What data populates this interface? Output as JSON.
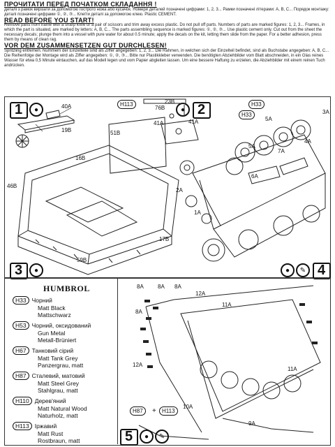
{
  "header": {
    "ua_title": "ПРОЧИТАТИ ПЕРЕД ПОЧАТКОМ СКЛАДАННЯ !",
    "ua_body": "Деталі з рамок вирізати за допомогою гострого ножа або кусачок. Номери деталей позначені цифрами: 1, 2, 3... Рамки позначені літерами: A, B, C... Порядок монтажу: деталі позначені цифрами ①, ②, ③... Клеїти деталі за допомогою клею. Plastic CEMENT.",
    "en_title": "READ BEFORE YOU START!",
    "en_body": "Remove parts from frame with a sharp knife or a pair of scissors and trim away excess plastic. Do not pull off parts. Numbers of parts are marked figures: 1, 2, 3... Frames, in which the part is situated, are marked by letters: A, B, C... The parts assembling sequence is marked figures: ①, ②, ③... Use plastic cement only. Cut out from the sheet the necessary decals; plunge them into a vessel with pure water for about 0.5 minute; apply the decals on the kit, letting them slide from the paper. For a better adhesion, press them by means of clean rag.",
    "de_title": "VOR DEM ZUSAMMENSETZEN GUT DURCHLESEN!",
    "de_body": "Spritzling entfernen. Nummern der Einzelteile sind als Ziffer angegeben: 1, 2, 3... Die Rahmen, in welchen sich der Einzelteil befindet, sind als Buchstabe angegeben: A, B, C... Die Reihenfolge der Montage wird als Ziffer angegeben: ①, ②, ③... Bitte nur Plastikkleber verwenden. Die benötigten Abziehbilder vom Blatt abschneiden, in ein Glas reines Wasser für etwa 0,5 Minute eintauchen, auf das Modell legen und vom Papier abgleiten lassen. Um eine bessere Haftung zu erzielen, die Abziehbilder mit einem reinen Tuch andrücken."
  },
  "steps": {
    "s1": "1",
    "s2": "2",
    "s3": "3",
    "s4": "4",
    "s5": "5"
  },
  "callouts": {
    "h113_a": "H113",
    "h33_a": "H33",
    "h33_b": "H33",
    "h87": "H87",
    "plus": "+",
    "h113_b": "H113"
  },
  "parts": {
    "p40a": "40A",
    "p19b": "19B",
    "p23b": "23B",
    "p76b": "76B",
    "p41a_l": "41A",
    "p41a_r": "41A",
    "p51b": "51B",
    "p16b": "16B",
    "p46b": "46B",
    "p17b": "17B",
    "p59b": "59B",
    "p2a": "2A",
    "p5a_1": "5A",
    "p5a_2": "5A",
    "p3a": "3A",
    "p6a": "6A",
    "p7a": "7A",
    "p4a": "4A",
    "p1a": "1A",
    "p8a_1": "8A",
    "p8a_2": "8A",
    "p8a_3": "8A",
    "p8a_4": "8A",
    "p12a_1": "12A",
    "p12a_2": "12A",
    "p11a_1": "11A",
    "p11a_2": "11A",
    "p10a": "10A",
    "p9a": "9A"
  },
  "humbrol": {
    "brand": "HUMBROL",
    "paints": [
      {
        "code": "H33",
        "ua": "Чорний",
        "en": "Matt Black",
        "de": "Mattschwarz"
      },
      {
        "code": "H53",
        "ua": "Чорний, оксидований",
        "en": "Gun Metal",
        "de": "Metall-Brüniert"
      },
      {
        "code": "H67",
        "ua": "Танковий сірий",
        "en": "Matt Tank Grey",
        "de": "Panzergrau, matt"
      },
      {
        "code": "H87",
        "ua": "Сталевий, матовий",
        "en": "Matt Steel Grey",
        "de": "Stahlgrau, matt"
      },
      {
        "code": "H110",
        "ua": "Дерев'яний",
        "en": "Matt Natural Wood",
        "de": "Naturholz, matt"
      },
      {
        "code": "H113",
        "ua": "Іржавий",
        "en": "Matt Rust",
        "de": "Rostbraun, matt"
      }
    ]
  }
}
